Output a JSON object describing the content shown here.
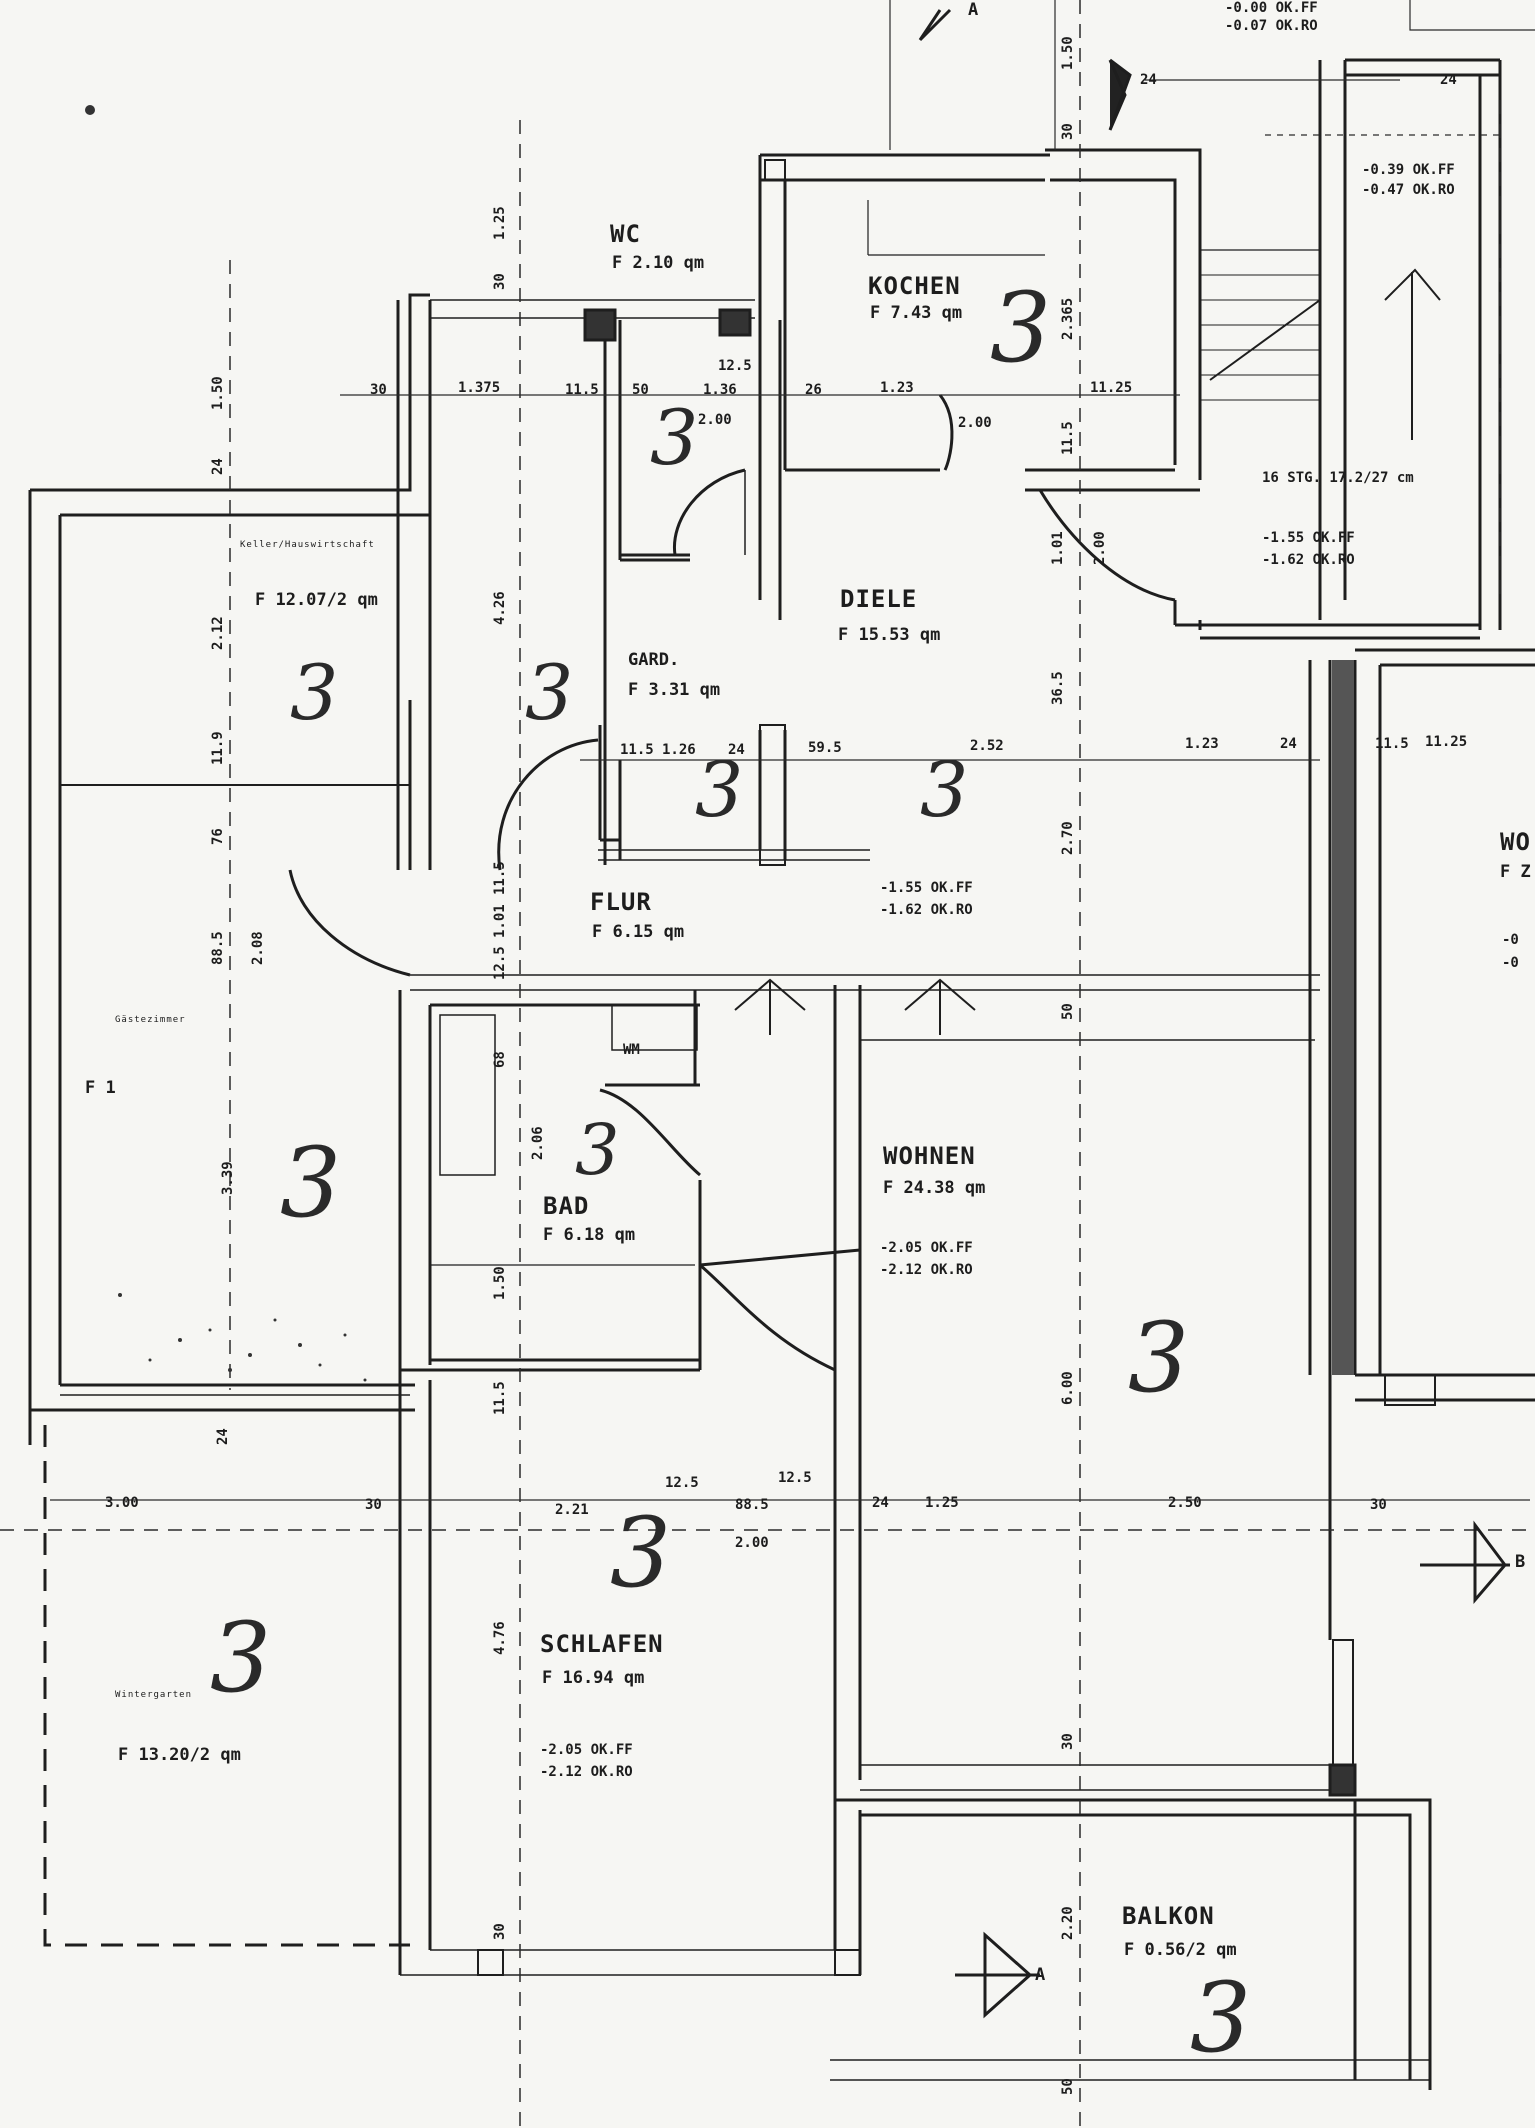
{
  "rooms": {
    "wc": {
      "name": "WC",
      "area": "F 2.10 qm"
    },
    "kochen": {
      "name": "KOCHEN",
      "area": "F 7.43 qm"
    },
    "diele": {
      "name": "DIELE",
      "area": "F 15.53 qm"
    },
    "garo": {
      "name": "GARD.",
      "area": "F 3.31 qm"
    },
    "keller": {
      "name": "Keller/Hauswirtschaft",
      "area": "F 12.07/2 qm"
    },
    "flur": {
      "name": "FLUR",
      "area": "F 6.15 qm"
    },
    "gaestezimmer": {
      "name": "Gästezimmer",
      "area": "F 1"
    },
    "bad": {
      "name": "BAD",
      "area": "F 6.18 qm",
      "fixture": "WM"
    },
    "wohnen": {
      "name": "WOHNEN",
      "area": "F 24.38 qm"
    },
    "schlafen": {
      "name": "SCHLAFEN",
      "area": "F 16.94 qm"
    },
    "wintergarten": {
      "name": "Wintergarten",
      "area": "F 13.20/2 qm"
    },
    "balkon": {
      "name": "BALKON",
      "area": "F 0.56/2 qm"
    },
    "partial_right": {
      "name": "WO",
      "area": "F Z"
    }
  },
  "levels": {
    "top_right_1": "-0.00 OK.FF",
    "top_right_2": "-0.07 OK.RO",
    "stair_1": "-0.39 OK.FF",
    "stair_2": "-0.47 OK.RO",
    "stair_note": "16 STG. 17.2/27 cm",
    "landing_1": "-1.55 OK.FF",
    "landing_2": "-1.62 OK.RO",
    "flur_1": "-1.55 OK.FF",
    "flur_2": "-1.62 OK.RO",
    "wohnen_1": "-2.05 OK.FF",
    "wohnen_2": "-2.12 OK.RO",
    "schlafen_1": "-2.05 OK.FF",
    "schlafen_2": "-2.12 OK.RO",
    "right_1": "-0",
    "right_2": "-0"
  },
  "dimensions": {
    "d_30a": "30",
    "d_1375": "1.375",
    "d_115a": "11.5",
    "d_50": "50",
    "d_125a": "12.5",
    "d_136": "1.36",
    "d_200a": "2.00",
    "d_26": "26",
    "d_123a": "1.23",
    "d_1125a": "11.25",
    "d_200b": "2.00",
    "d_115b": "11.5",
    "d_126": "1.26",
    "d_24a": "24",
    "d_595": "59.5",
    "d_252": "2.52",
    "d_123b": "1.23",
    "d_24b": "24",
    "d_115c": "11.5",
    "d_1125b": "11.25",
    "d_300": "3.00",
    "d_30b": "30",
    "d_221": "2.21",
    "d_125b": "12.5",
    "d_885": "88.5",
    "d_125c": "12.5",
    "d_200c": "2.00",
    "d_24c": "24",
    "d_125d": "1.25",
    "d_250": "2.50",
    "d_30c": "30",
    "d_24top": "24",
    "d_24top2": "24",
    "v_150": "1.50",
    "v_30a": "30",
    "v_125": "1.25",
    "v_30b": "30",
    "v_150b": "1.50",
    "v_24": "24",
    "v_212": "2.12",
    "v_119": "11.9",
    "v_76": "76",
    "v_885": "88.5",
    "v_208": "2.08",
    "v_339": "3.39",
    "v_24b": "24",
    "v_426": "4.26",
    "v_115": "11.5",
    "v_101": "1.01",
    "v_125b": "12.5",
    "v_68": "68",
    "v_206": "2.06",
    "v_150c": "1.50",
    "v_115b": "11.5",
    "v_476": "4.76",
    "v_30c": "30",
    "v_2365": "2.365",
    "v_115c": "11.5",
    "v_200": "2.00",
    "v_101b": "1.01",
    "v_365": "36.5",
    "v_270": "2.70",
    "v_50": "50",
    "v_600": "6.00",
    "v_30d": "30",
    "v_220": "2.20",
    "v_50b": "50"
  },
  "marks": {
    "section_a_top": "A",
    "section_a_bottom": "A",
    "section_b": "B",
    "handwritten_three": "3"
  },
  "colors": {
    "paper": "#f6f6f3",
    "ink": "#1a1a1a",
    "wall": "#222222"
  }
}
